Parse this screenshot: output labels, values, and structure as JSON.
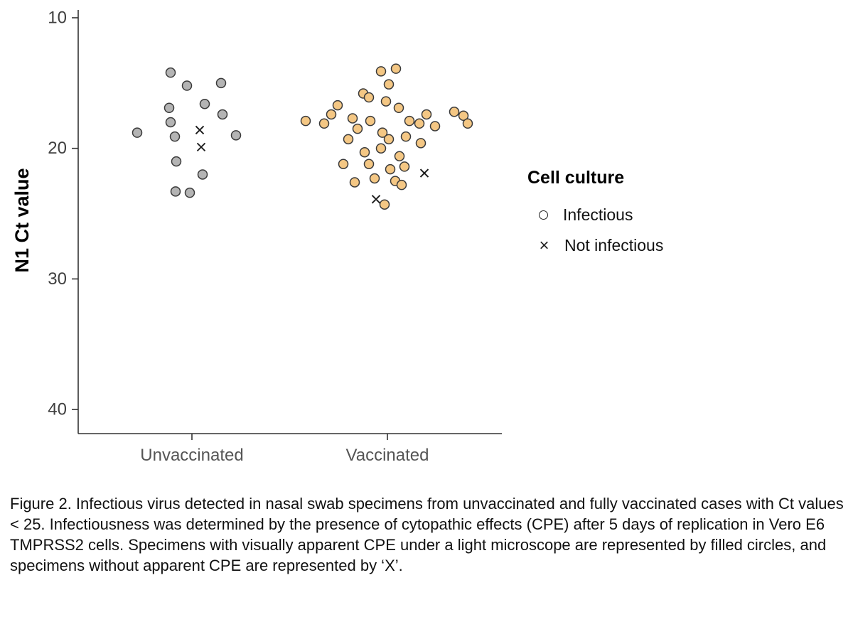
{
  "chart_data": {
    "type": "scatter",
    "subtype": "jittered-strip-plot",
    "title": "",
    "xlabel": "",
    "ylabel": "N1 Ct value",
    "categories": [
      "Unvaccinated",
      "Vaccinated"
    ],
    "y_ticks": [
      10,
      20,
      30,
      40
    ],
    "ylim": [
      10,
      42
    ],
    "y_axis_reversed": true,
    "grid": false,
    "group_colors": [
      "#b4b4b4",
      "#f4c784"
    ],
    "marker_outline": "#3a3a3a",
    "x_marker_color": "#1a1a1a",
    "legend": {
      "title": "Cell culture",
      "position": "right",
      "items": [
        {
          "marker": "circle",
          "glyph": "○",
          "label": "Infectious"
        },
        {
          "marker": "x",
          "glyph": "×",
          "label": "Not infectious"
        }
      ]
    },
    "points": [
      {
        "g": 0,
        "m": "o",
        "ct": 14.2,
        "dx": -30
      },
      {
        "g": 0,
        "m": "o",
        "ct": 15.0,
        "dx": 41
      },
      {
        "g": 0,
        "m": "o",
        "ct": 15.2,
        "dx": -7
      },
      {
        "g": 0,
        "m": "o",
        "ct": 16.6,
        "dx": 18
      },
      {
        "g": 0,
        "m": "o",
        "ct": 16.9,
        "dx": -32
      },
      {
        "g": 0,
        "m": "o",
        "ct": 17.4,
        "dx": 43
      },
      {
        "g": 0,
        "m": "o",
        "ct": 18.0,
        "dx": -30
      },
      {
        "g": 0,
        "m": "o",
        "ct": 18.8,
        "dx": -77
      },
      {
        "g": 0,
        "m": "o",
        "ct": 19.0,
        "dx": 62
      },
      {
        "g": 0,
        "m": "o",
        "ct": 19.1,
        "dx": -24
      },
      {
        "g": 0,
        "m": "o",
        "ct": 21.0,
        "dx": -22
      },
      {
        "g": 0,
        "m": "o",
        "ct": 22.0,
        "dx": 15
      },
      {
        "g": 0,
        "m": "o",
        "ct": 23.3,
        "dx": -23
      },
      {
        "g": 0,
        "m": "o",
        "ct": 23.4,
        "dx": -3
      },
      {
        "g": 0,
        "m": "x",
        "ct": 18.6,
        "dx": 11
      },
      {
        "g": 0,
        "m": "x",
        "ct": 19.9,
        "dx": 13
      },
      {
        "g": 1,
        "m": "o",
        "ct": 13.9,
        "dx": 12
      },
      {
        "g": 1,
        "m": "o",
        "ct": 14.1,
        "dx": -9
      },
      {
        "g": 1,
        "m": "o",
        "ct": 15.1,
        "dx": 2
      },
      {
        "g": 1,
        "m": "o",
        "ct": 15.8,
        "dx": -34
      },
      {
        "g": 1,
        "m": "o",
        "ct": 16.1,
        "dx": -26
      },
      {
        "g": 1,
        "m": "o",
        "ct": 16.4,
        "dx": -2
      },
      {
        "g": 1,
        "m": "o",
        "ct": 16.7,
        "dx": -70
      },
      {
        "g": 1,
        "m": "o",
        "ct": 16.9,
        "dx": 16
      },
      {
        "g": 1,
        "m": "o",
        "ct": 17.2,
        "dx": 94
      },
      {
        "g": 1,
        "m": "o",
        "ct": 17.4,
        "dx": -79
      },
      {
        "g": 1,
        "m": "o",
        "ct": 17.4,
        "dx": 55
      },
      {
        "g": 1,
        "m": "o",
        "ct": 17.5,
        "dx": 107
      },
      {
        "g": 1,
        "m": "o",
        "ct": 17.7,
        "dx": -49
      },
      {
        "g": 1,
        "m": "o",
        "ct": 17.9,
        "dx": -115
      },
      {
        "g": 1,
        "m": "o",
        "ct": 17.9,
        "dx": -24
      },
      {
        "g": 1,
        "m": "o",
        "ct": 17.9,
        "dx": 31
      },
      {
        "g": 1,
        "m": "o",
        "ct": 18.1,
        "dx": -89
      },
      {
        "g": 1,
        "m": "o",
        "ct": 18.1,
        "dx": 45
      },
      {
        "g": 1,
        "m": "o",
        "ct": 18.1,
        "dx": 113
      },
      {
        "g": 1,
        "m": "o",
        "ct": 18.3,
        "dx": 67
      },
      {
        "g": 1,
        "m": "o",
        "ct": 18.5,
        "dx": -42
      },
      {
        "g": 1,
        "m": "o",
        "ct": 18.8,
        "dx": -7
      },
      {
        "g": 1,
        "m": "o",
        "ct": 19.1,
        "dx": 26
      },
      {
        "g": 1,
        "m": "o",
        "ct": 19.3,
        "dx": -55
      },
      {
        "g": 1,
        "m": "o",
        "ct": 19.3,
        "dx": 2
      },
      {
        "g": 1,
        "m": "o",
        "ct": 19.6,
        "dx": 47
      },
      {
        "g": 1,
        "m": "o",
        "ct": 20.0,
        "dx": -9
      },
      {
        "g": 1,
        "m": "o",
        "ct": 20.3,
        "dx": -32
      },
      {
        "g": 1,
        "m": "o",
        "ct": 20.6,
        "dx": 17
      },
      {
        "g": 1,
        "m": "o",
        "ct": 21.2,
        "dx": -62
      },
      {
        "g": 1,
        "m": "o",
        "ct": 21.2,
        "dx": -26
      },
      {
        "g": 1,
        "m": "o",
        "ct": 21.4,
        "dx": 24
      },
      {
        "g": 1,
        "m": "o",
        "ct": 21.6,
        "dx": 4
      },
      {
        "g": 1,
        "m": "o",
        "ct": 22.3,
        "dx": -18
      },
      {
        "g": 1,
        "m": "o",
        "ct": 22.5,
        "dx": 11
      },
      {
        "g": 1,
        "m": "o",
        "ct": 22.6,
        "dx": -46
      },
      {
        "g": 1,
        "m": "o",
        "ct": 22.8,
        "dx": 20
      },
      {
        "g": 1,
        "m": "o",
        "ct": 24.3,
        "dx": -4
      },
      {
        "g": 1,
        "m": "x",
        "ct": 21.9,
        "dx": 52
      },
      {
        "g": 1,
        "m": "x",
        "ct": 23.9,
        "dx": -16
      }
    ]
  },
  "caption": {
    "text": "Figure 2. Infectious virus detected in nasal swab specimens from unvaccinated and fully vaccinated cases with Ct values < 25. Infectiousness was determined by the presence of cytopathic effects (CPE) after 5 days of replication in Vero E6 TMPRSS2 cells. Specimens with visually apparent CPE under a light microscope are represented by filled circles, and specimens without apparent CPE are represented by ‘X’."
  }
}
